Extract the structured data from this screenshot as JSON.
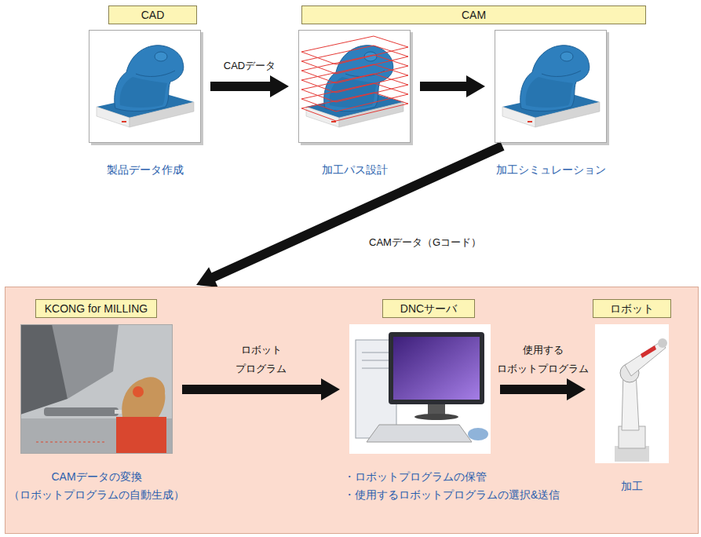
{
  "diagram": {
    "nodes": [
      {
        "text": [
          "CAD"
        ]
      },
      {
        "text": [
          "CAM"
        ]
      },
      {
        "text": [
          "製品データ作成"
        ]
      },
      {
        "text": [
          "加工パス設計"
        ]
      },
      {
        "text": [
          "加工シミュレーション"
        ]
      },
      {
        "text": []
      },
      {
        "text": [
          "KCONG for MILLING"
        ],
        "in": 5
      },
      {
        "text": [
          "DNCサーバ"
        ],
        "in": 5
      },
      {
        "text": [
          "ロボット"
        ],
        "in": 5
      },
      {
        "text": [
          "CAMデータの変換",
          "（ロボットプログラムの自動生成）"
        ],
        "in": 5
      },
      {
        "text": [
          "・ロボットプログラムの保管",
          "・使用するロボットプログラムの選択&送信"
        ],
        "in": 5
      },
      {
        "text": [
          "加工"
        ],
        "in": 5
      }
    ],
    "edges": [
      {
        "from": 2,
        "to": 3,
        "label": "CADデータ",
        "arrow": "to"
      },
      {
        "from": 3,
        "to": 4,
        "arrow": "to"
      },
      {
        "from": 4,
        "to": 5,
        "label": "CAMデータ（Gコード）",
        "arrow": "to"
      },
      {
        "from": 9,
        "to": 10,
        "label": "ロボット プログラム",
        "arrow": "to"
      },
      {
        "from": 10,
        "to": 11,
        "label": "使用する ロボットプログラム",
        "arrow": "to"
      }
    ]
  }
}
